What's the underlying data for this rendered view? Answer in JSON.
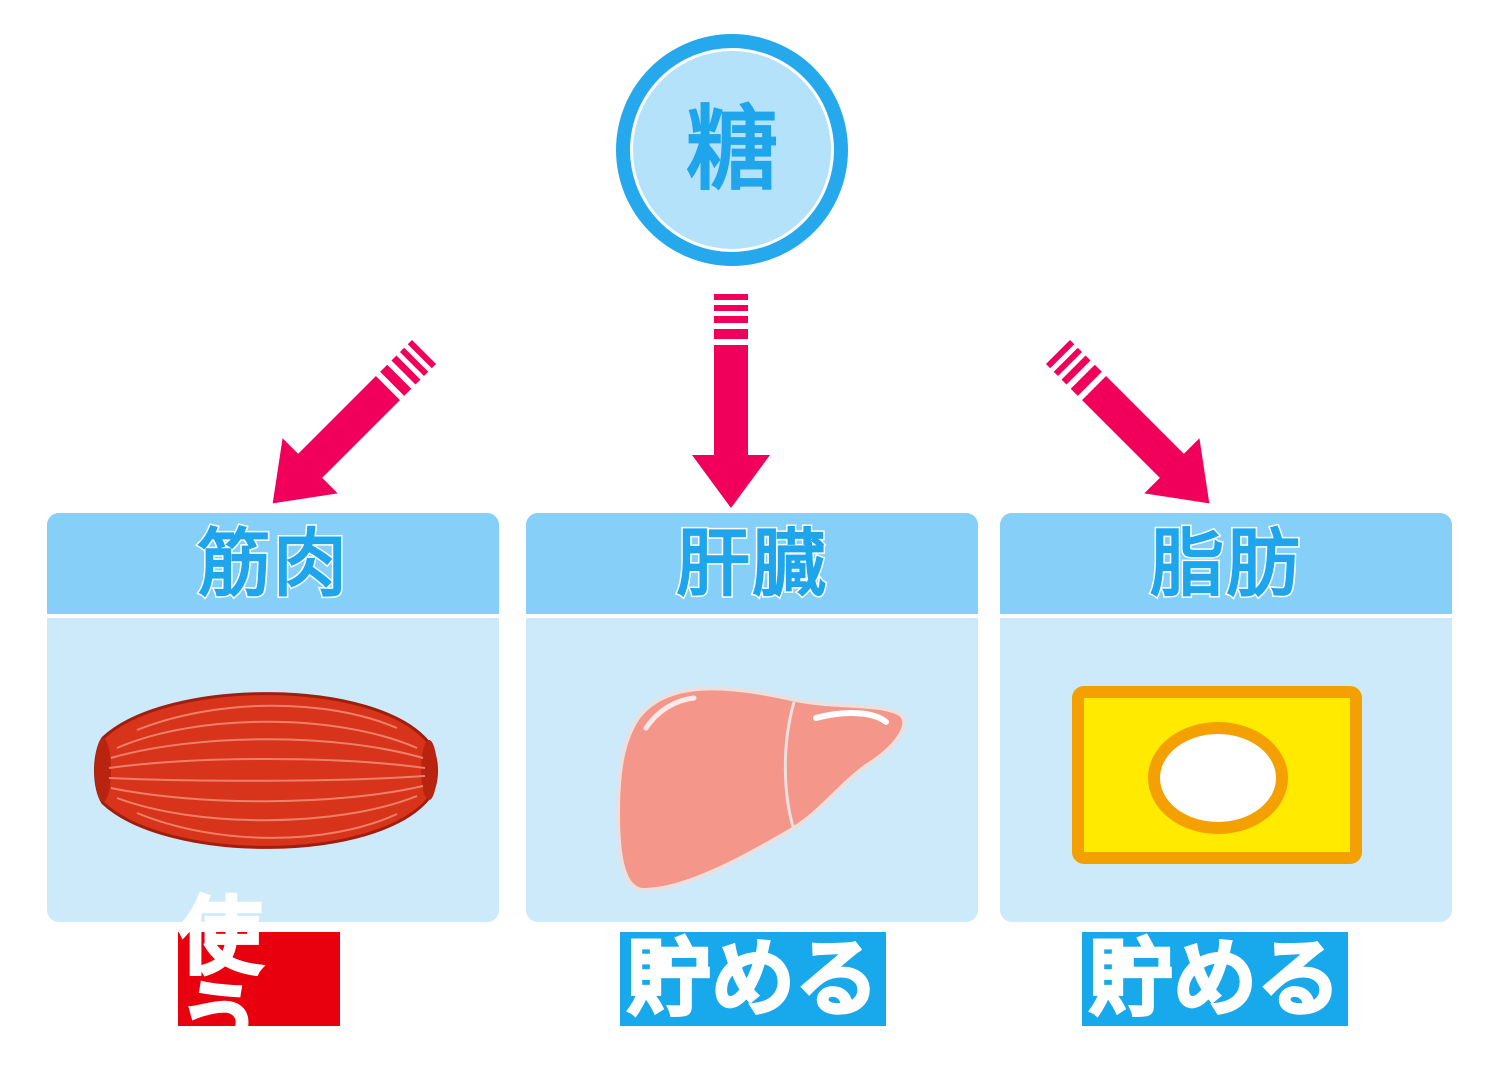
{
  "source": {
    "label": "糖"
  },
  "targets": [
    {
      "label": "筋肉",
      "action": "使う"
    },
    {
      "label": "肝臓",
      "action": "貯める"
    },
    {
      "label": "脂肪",
      "action": "貯める"
    }
  ],
  "colors": {
    "arrow": "#f0005a",
    "accent_blue": "#1ea5ec",
    "header_bg": "#85cff8",
    "card_bg": "#cdeafb",
    "use_bg": "#e8000e",
    "store_bg": "#18a8ec"
  }
}
